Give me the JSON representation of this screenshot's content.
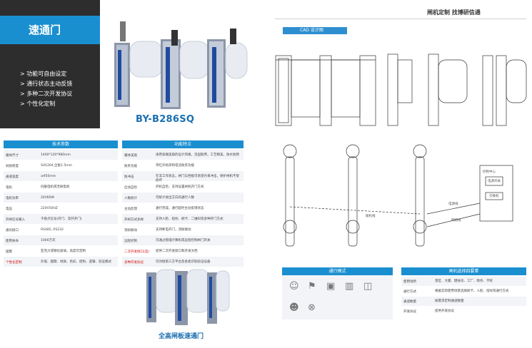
{
  "left_panel": {
    "title": "速通门",
    "features": [
      "> 功能可自由设定",
      "> 通行状态主动反馈",
      "> 多种二次开发协议",
      "> 个性化定制"
    ]
  },
  "product": {
    "model": "BY-B286SQ",
    "bottom_caption": "全高闸板速通门"
  },
  "header": {
    "slogan": "闸机定制  找博研信通",
    "cad_label": "CAD 设计图"
  },
  "specs": {
    "heading": "技术参数",
    "rows": [
      {
        "label": "箱体尺寸",
        "value": "1400*120*980mm"
      },
      {
        "label": "材质厚度",
        "value": "SUS304,全板1.5mm"
      },
      {
        "label": "通道宽度",
        "value": "≥950mm"
      },
      {
        "label": "电机",
        "value": "伺服电机或无刷电机"
      },
      {
        "label": "电机功率",
        "value": "24V60W"
      },
      {
        "label": "电压",
        "value": "220V50HZ"
      },
      {
        "label": "开闸信号输入",
        "value": "干接点信号(开门、常开开门)"
      },
      {
        "label": "通讯接口",
        "value": "RS485, RS232"
      },
      {
        "label": "使用寿命",
        "value": "1000万次"
      },
      {
        "label": "摆臂",
        "value": "亚克力或钢化玻璃，高度可定制"
      },
      {
        "label": "个性化定制",
        "value": "外观、摆臂、材质、色彩、结构、逻辑、验证模式"
      }
    ]
  },
  "functions": {
    "heading": "功能特点",
    "rows": [
      {
        "label": "箱体美观",
        "value": "采用高端美观的设计风格，坚固耐用，工艺精美，防水防锈"
      },
      {
        "label": "防夹功能",
        "value": "带红外防夹和电流防夹功能"
      },
      {
        "label": "防冲击",
        "value": "在非工作状态，闸门与挡板可承受外来冲击，保护闸机不受损坏"
      },
      {
        "label": "启动自检",
        "value": "开机自检，支持设置闸机开门方式"
      },
      {
        "label": "人数统计",
        "value": "可统计进出方向的通行人数"
      },
      {
        "label": "主动反馈",
        "value": "通行完成，通行超时主动反馈状态"
      },
      {
        "label": "开闸方式多样",
        "value": "支持人脸、指纹、刷卡、二维码等多种开门方式"
      },
      {
        "label": "消防联动",
        "value": "支持断电开门，消防联动"
      },
      {
        "label": "远程控制",
        "value": "可通过管理计算机或远程控制闸门开关"
      },
      {
        "label": "二次开发接口(选)",
        "value": "提供二次开发接口和开发文档"
      },
      {
        "label": "多种开发协议",
        "value": "可对接第三方平台及各类识别验证设备"
      }
    ]
  },
  "passage": {
    "heading": "通行模式"
  },
  "scenes": {
    "heading": "闸机选择四要素",
    "rows": [
      {
        "label": "使用场所",
        "value": "景区、大厦、健身房、工厂、政务、学校"
      },
      {
        "label": "通行方式",
        "value": "根据实际使用场景选择刷卡、人脸、指纹等通行方式"
      },
      {
        "label": "通道数量",
        "value": "按需求定制通道数量"
      },
      {
        "label": "开发协议",
        "value": "提供开发协议"
      }
    ]
  },
  "wiring": {
    "control_center": "控制中心",
    "power_switch": "电源开关",
    "switch": "交换机",
    "power_line": "电源线",
    "network_line": "网络线",
    "link_line": "联机线"
  }
}
